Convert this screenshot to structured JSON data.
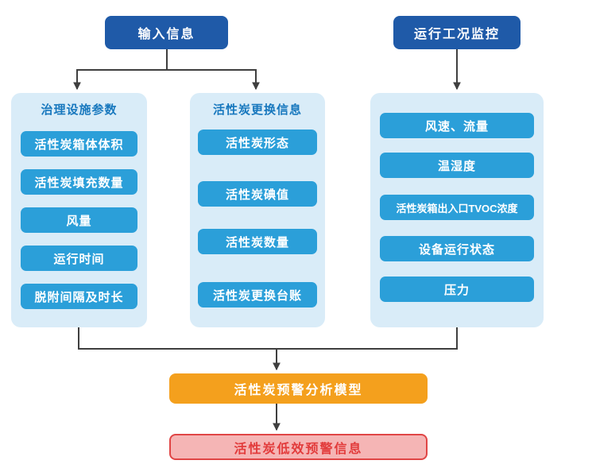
{
  "diagram": {
    "input_node": {
      "label": "输入信息"
    },
    "monitor_node": {
      "label": "运行工况监控"
    },
    "panels": [
      {
        "title": "治理设施参数",
        "items": [
          "活性炭箱体体积",
          "活性炭填充数量",
          "风量",
          "运行时间",
          "脱附间隔及时长"
        ]
      },
      {
        "title": "活性炭更换信息",
        "items": [
          "活性炭形态",
          "活性炭碘值",
          "活性炭数量",
          "活性炭更换台账"
        ]
      },
      {
        "items": [
          "风速、流量",
          "温湿度",
          "活性炭箱出入口TVOC浓度",
          "设备运行状态",
          "压力"
        ]
      }
    ],
    "model_node": {
      "label": "活性炭预警分析模型"
    },
    "output_node": {
      "label": "活性炭低效预警信息"
    },
    "colors": {
      "header_blue": "#1f5aa8",
      "item_blue": "#2b9fd9",
      "panel_bg": "#d9ecf8",
      "panel_title_text": "#1878be",
      "model_orange": "#f4a01d",
      "output_bg": "#f5b5b5",
      "output_border": "#e04545",
      "output_text": "#e23b3b",
      "connector_gray": "#3f3f3f"
    }
  }
}
